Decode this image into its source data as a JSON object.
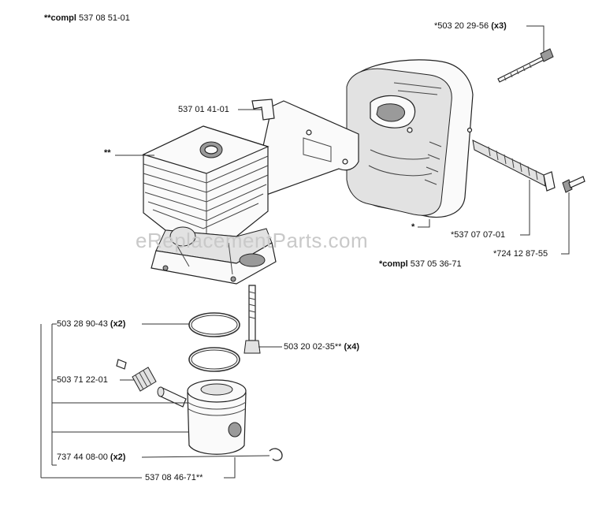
{
  "diagram": {
    "watermark": "eReplacementParts.com",
    "labels": {
      "compl_top_prefix": "**compl",
      "compl_top_num": "537 08 51-01",
      "l_50320_2956": "*503 20 29-56",
      "l_50320_2956_qty": "(x3)",
      "l_53701": "537 01 41-01",
      "l_starstar": "**",
      "l_star": "*",
      "l_53707": "*537 07 07-01",
      "l_72412": "*724 12 87-55",
      "compl_mid_prefix": "*compl",
      "compl_mid_num": "537 05 36-71",
      "l_50328": "503 28 90-43",
      "l_50328_qty": "(x2)",
      "l_50320_0235": "503 20 02-35**",
      "l_50320_0235_qty": "(x4)",
      "l_50371": "503 71 22-01",
      "l_73744": "737 44 08-00",
      "l_73744_qty": "(x2)",
      "l_53708": "537 08 46-71**"
    }
  }
}
